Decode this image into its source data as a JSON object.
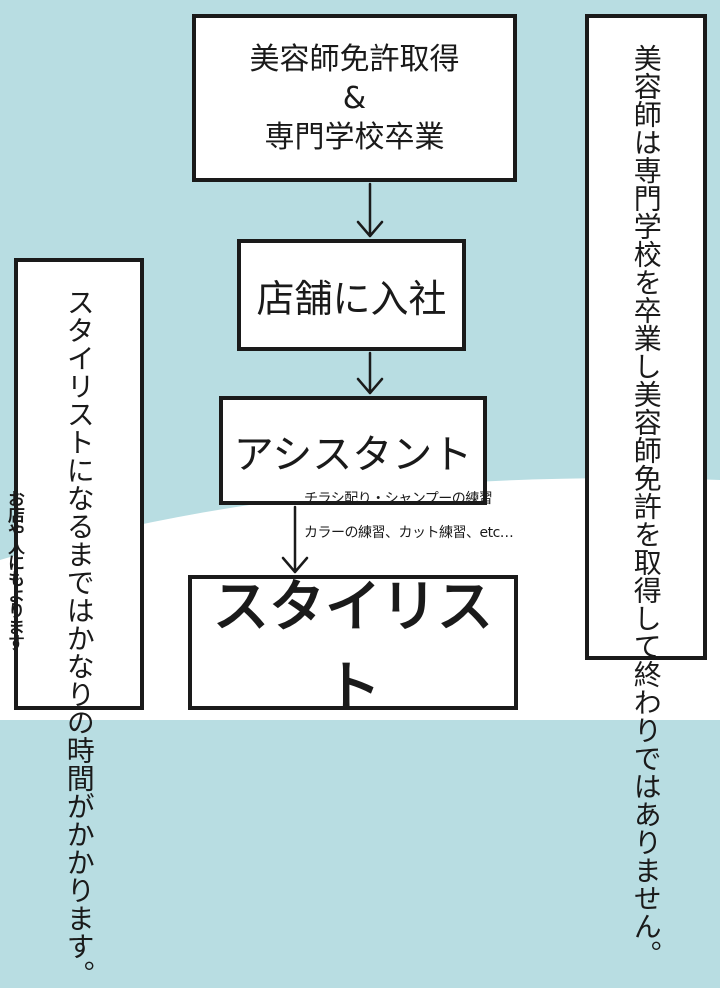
{
  "flow": {
    "step1": {
      "line1": "美容師免許取得",
      "line2": "&",
      "line3": "専門学校卒業"
    },
    "step2": "店舗に入社",
    "step3": "アシスタント",
    "step4": "スタイリスト"
  },
  "notes": {
    "right": "美容師は専門学校を卒業し美容師免許を取得して終わりではありません。",
    "left": "スタイリストになるまではかなりの時間がかかります。",
    "left_aside": "お店や人にもよります"
  },
  "handwritten": {
    "line1": "チラシ配り・シャンプーの練習",
    "line2": "カラーの練習、カット練習、etc…"
  },
  "colors": {
    "sky": "#b8dde2",
    "ground": "#ffffff",
    "ink": "#1a1a1a"
  }
}
